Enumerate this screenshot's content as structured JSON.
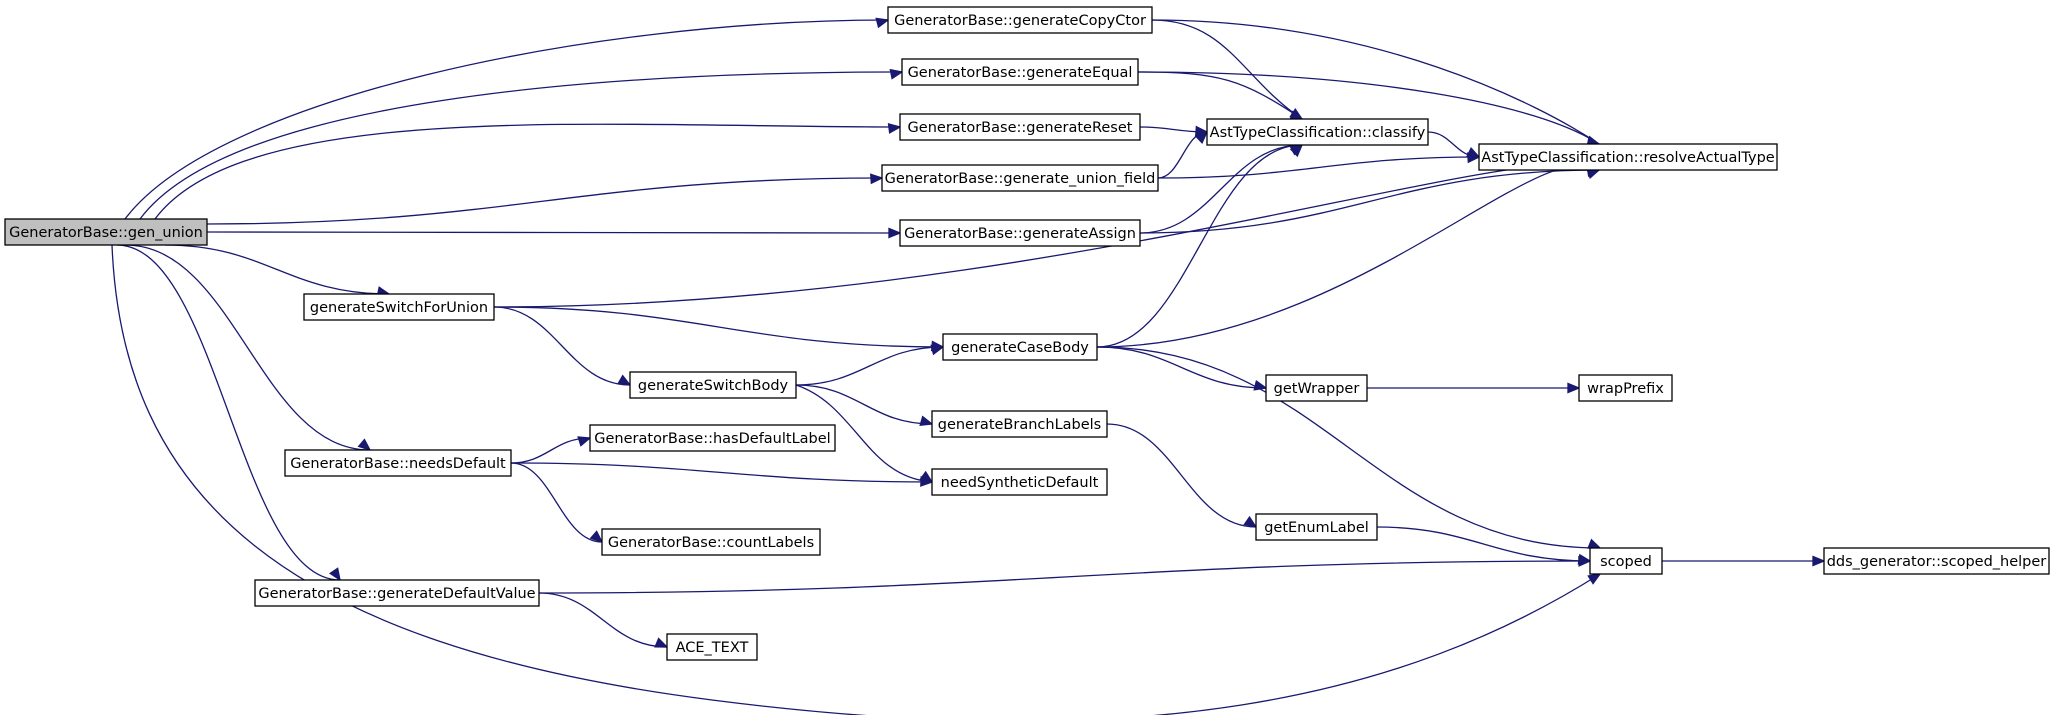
{
  "diagram": {
    "type": "call-graph",
    "edge_color": "#191970",
    "root_fill": "#bfbfbf",
    "nodes": [
      {
        "id": "gen_union",
        "label": "GeneratorBase::gen_union",
        "root": true
      },
      {
        "id": "copyctor",
        "label": "GeneratorBase::generateCopyCtor"
      },
      {
        "id": "equal",
        "label": "GeneratorBase::generateEqual"
      },
      {
        "id": "reset",
        "label": "GeneratorBase::generateReset"
      },
      {
        "id": "union_field",
        "label": "GeneratorBase::generate_union_field"
      },
      {
        "id": "assign",
        "label": "GeneratorBase::generateAssign"
      },
      {
        "id": "classify",
        "label": "AstTypeClassification::classify"
      },
      {
        "id": "resolve",
        "label": "AstTypeClassification::resolveActualType"
      },
      {
        "id": "switchforunion",
        "label": "generateSwitchForUnion"
      },
      {
        "id": "casebody",
        "label": "generateCaseBody"
      },
      {
        "id": "switchbody",
        "label": "generateSwitchBody"
      },
      {
        "id": "getwrapper",
        "label": "getWrapper"
      },
      {
        "id": "wrapprefix",
        "label": "wrapPrefix"
      },
      {
        "id": "branchlabels",
        "label": "generateBranchLabels"
      },
      {
        "id": "needsdefault",
        "label": "GeneratorBase::needsDefault"
      },
      {
        "id": "hasdefault",
        "label": "GeneratorBase::hasDefaultLabel"
      },
      {
        "id": "needsynth",
        "label": "needSyntheticDefault"
      },
      {
        "id": "countlabels",
        "label": "GeneratorBase::countLabels"
      },
      {
        "id": "getenumlabel",
        "label": "getEnumLabel"
      },
      {
        "id": "scoped",
        "label": "scoped"
      },
      {
        "id": "scoped_helper",
        "label": "dds_generator::scoped_helper"
      },
      {
        "id": "defaultvalue",
        "label": "GeneratorBase::generateDefaultValue"
      },
      {
        "id": "ace_text",
        "label": "ACE_TEXT"
      }
    ],
    "edges": [
      {
        "from": "gen_union",
        "to": "copyctor"
      },
      {
        "from": "gen_union",
        "to": "equal"
      },
      {
        "from": "gen_union",
        "to": "reset"
      },
      {
        "from": "gen_union",
        "to": "union_field"
      },
      {
        "from": "gen_union",
        "to": "assign"
      },
      {
        "from": "gen_union",
        "to": "switchforunion"
      },
      {
        "from": "gen_union",
        "to": "needsdefault"
      },
      {
        "from": "gen_union",
        "to": "defaultvalue"
      },
      {
        "from": "gen_union",
        "to": "scoped"
      },
      {
        "from": "copyctor",
        "to": "classify"
      },
      {
        "from": "copyctor",
        "to": "resolve"
      },
      {
        "from": "equal",
        "to": "classify"
      },
      {
        "from": "equal",
        "to": "resolve"
      },
      {
        "from": "reset",
        "to": "classify"
      },
      {
        "from": "union_field",
        "to": "classify"
      },
      {
        "from": "union_field",
        "to": "resolve"
      },
      {
        "from": "assign",
        "to": "classify"
      },
      {
        "from": "assign",
        "to": "resolve"
      },
      {
        "from": "classify",
        "to": "resolve"
      },
      {
        "from": "switchforunion",
        "to": "resolve"
      },
      {
        "from": "switchforunion",
        "to": "casebody"
      },
      {
        "from": "switchforunion",
        "to": "switchbody"
      },
      {
        "from": "casebody",
        "to": "classify"
      },
      {
        "from": "casebody",
        "to": "resolve"
      },
      {
        "from": "casebody",
        "to": "getwrapper"
      },
      {
        "from": "casebody",
        "to": "scoped"
      },
      {
        "from": "switchbody",
        "to": "casebody"
      },
      {
        "from": "switchbody",
        "to": "branchlabels"
      },
      {
        "from": "switchbody",
        "to": "needsynth"
      },
      {
        "from": "getwrapper",
        "to": "wrapprefix"
      },
      {
        "from": "branchlabels",
        "to": "getenumlabel"
      },
      {
        "from": "needsdefault",
        "to": "hasdefault"
      },
      {
        "from": "needsdefault",
        "to": "needsynth"
      },
      {
        "from": "needsdefault",
        "to": "countlabels"
      },
      {
        "from": "getenumlabel",
        "to": "scoped"
      },
      {
        "from": "scoped",
        "to": "scoped_helper"
      },
      {
        "from": "defaultvalue",
        "to": "scoped"
      },
      {
        "from": "defaultvalue",
        "to": "ace_text"
      }
    ]
  }
}
